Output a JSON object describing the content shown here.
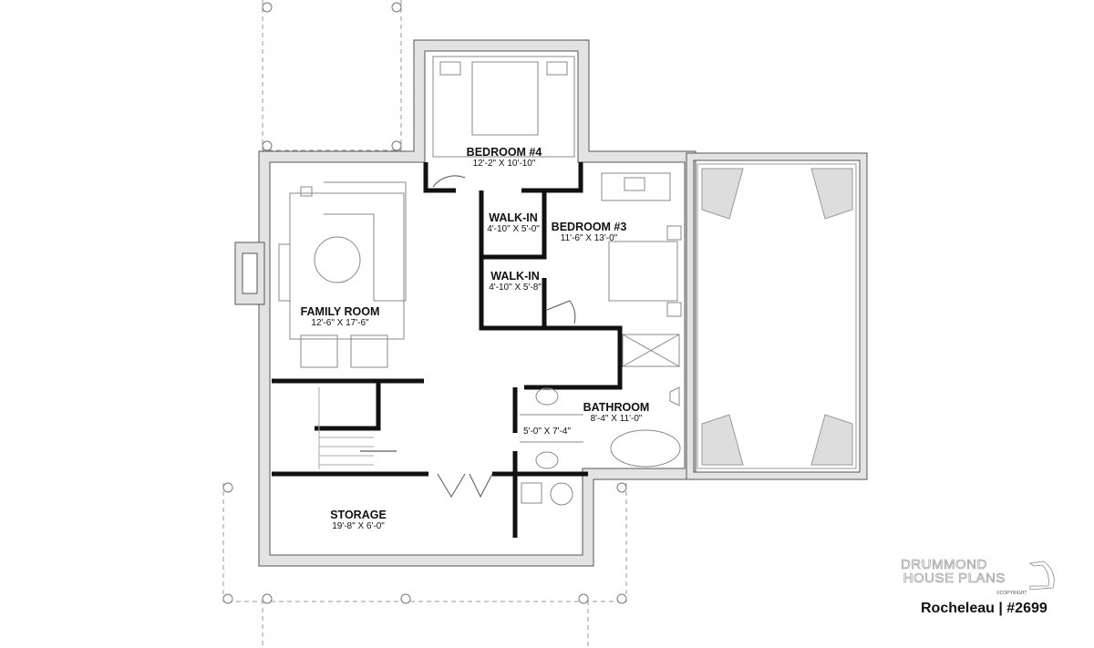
{
  "rooms": [
    {
      "name": "BEDROOM #4",
      "size": "12'-2\" X 10'-10\""
    },
    {
      "name": "WALK-IN",
      "size": "4'-10\" X 5'-0\""
    },
    {
      "name": "BEDROOM #3",
      "size": "11'-6\" X 13'-0\""
    },
    {
      "name": "WALK-IN",
      "size": "4'-10\" X 5'-8\""
    },
    {
      "name": "FAMILY ROOM",
      "size": "12'-6\" X 17'-6\""
    },
    {
      "name": "BATHROOM",
      "size": "8'-4\" X 11'-0\""
    },
    {
      "name": "",
      "size": "5'-0\" X 7'-4\""
    },
    {
      "name": "STORAGE",
      "size": "19'-8\" X 6'-0\""
    }
  ],
  "brand": {
    "line1": "DRUMMOND",
    "line2": "HOUSE PLANS",
    "copyright": "©COPYRIGHT"
  },
  "plan": {
    "title": "Rocheleau | #2699"
  },
  "colors": {
    "wall": "#111111",
    "exterior_wall": "#d9d9d9",
    "line": "#888888"
  }
}
